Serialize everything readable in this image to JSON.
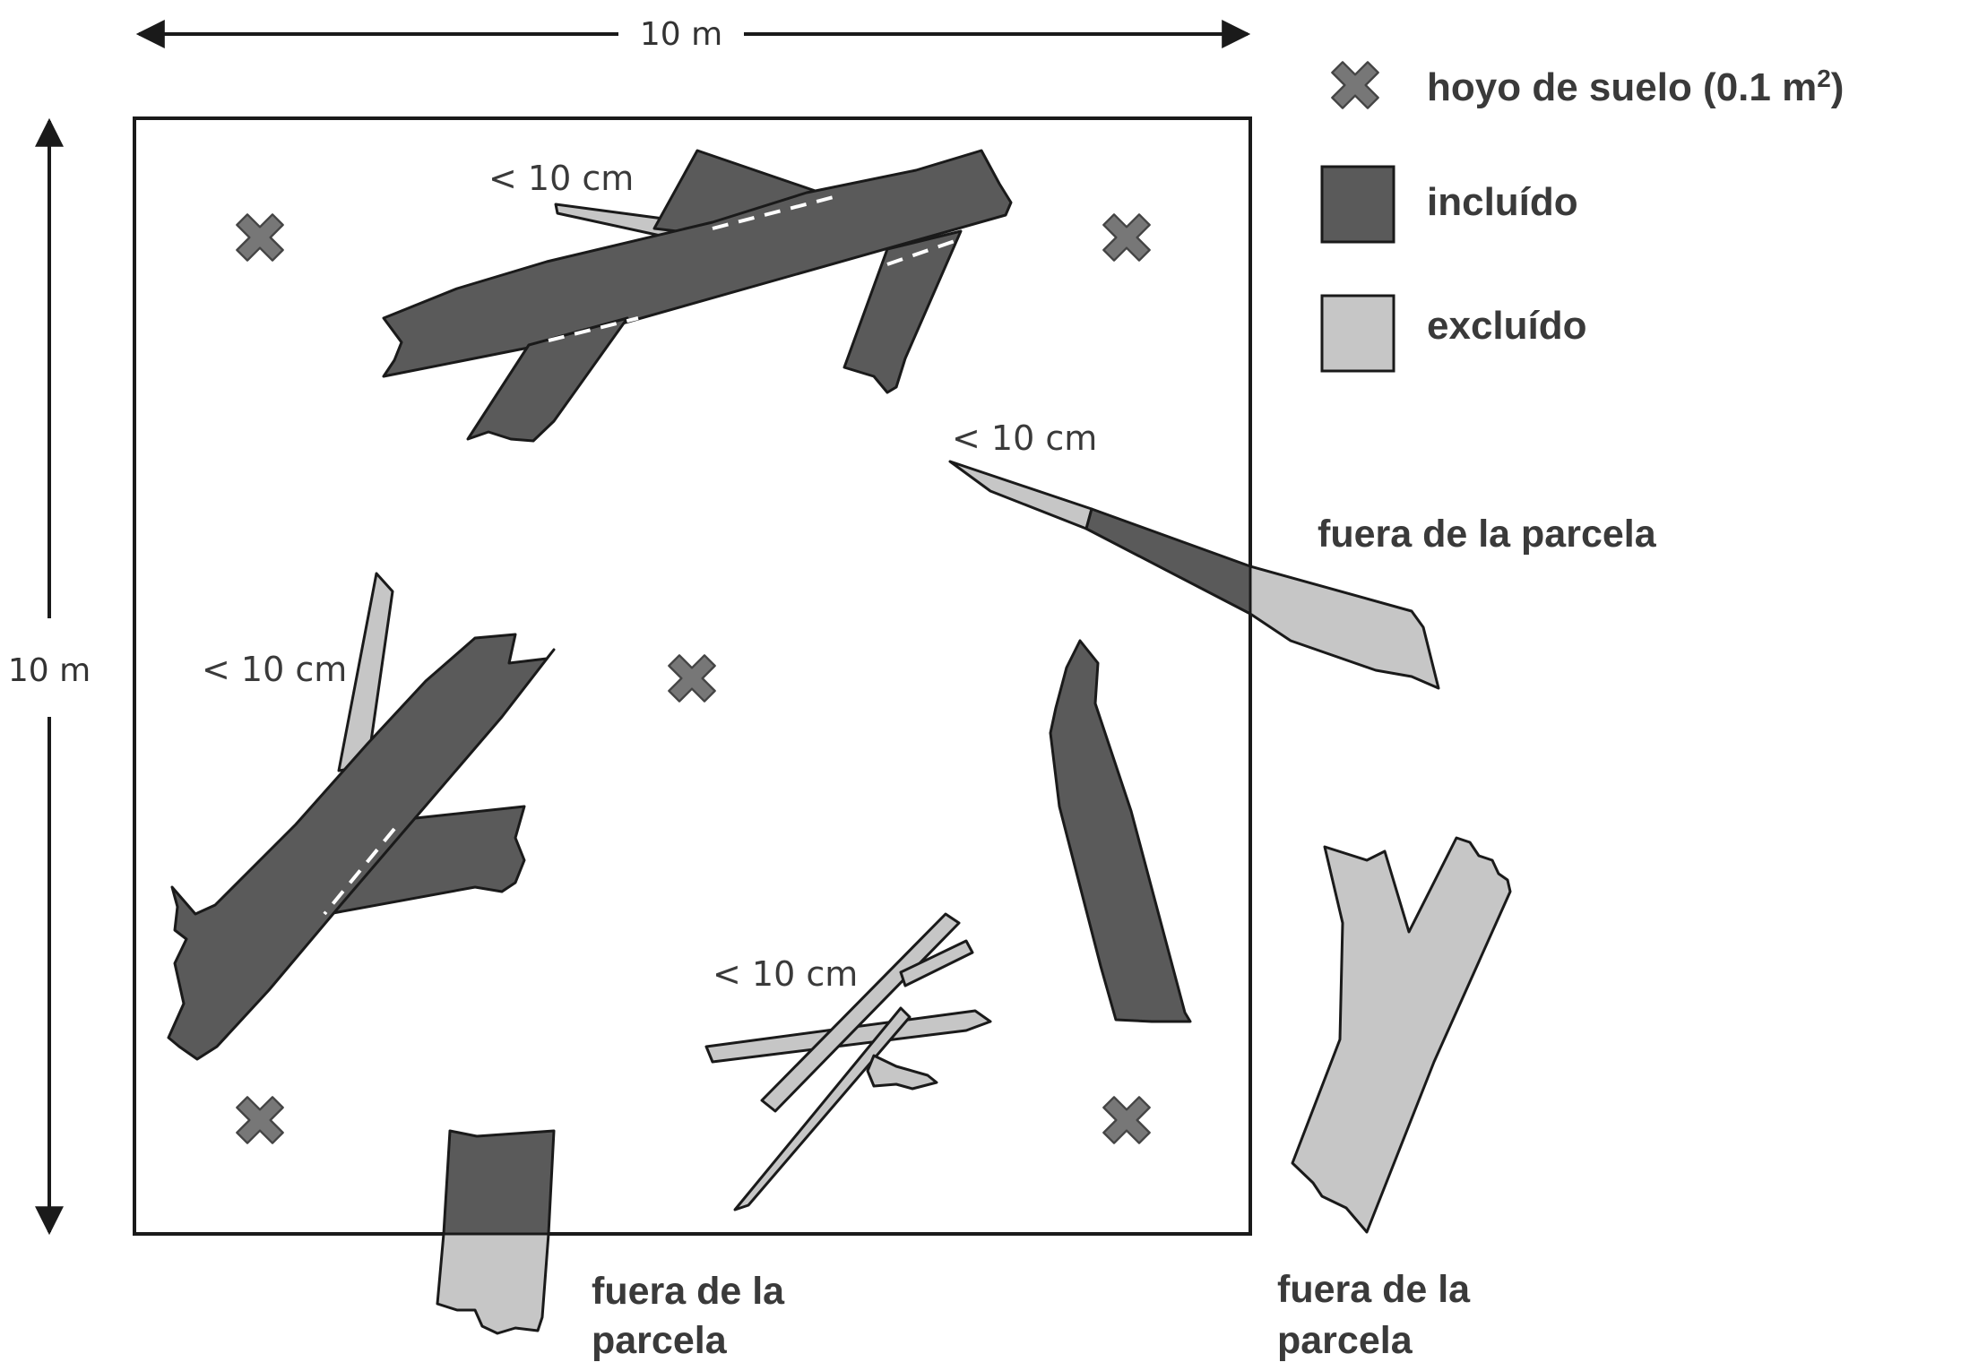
{
  "dimensions": {
    "top_width": "10 m",
    "left_height": "10 m"
  },
  "legend": {
    "soil_pit": "hoyo de suelo (0.1 m",
    "soil_pit_superscript": "2",
    "soil_pit_close": ")",
    "included": "incluído",
    "excluded": "excluído"
  },
  "labels": {
    "small_diameter_1": "< 10 cm",
    "small_diameter_2": "< 10 cm",
    "small_diameter_3": "< 10 cm",
    "small_diameter_4": "< 10 cm",
    "outside_right_top": "fuera de la parcela",
    "outside_bottom_line1": "fuera de la",
    "outside_bottom_line2": "parcela",
    "outside_right_bottom_line1": "fuera de la",
    "outside_right_bottom_line2": "parcela"
  },
  "colors": {
    "included": "#5a5a5a",
    "excluded": "#c6c6c6",
    "soil_pit_marker": "#777777",
    "outline": "#1a1a1a"
  },
  "icons": {
    "soil_pit": "x-mark-icon"
  }
}
